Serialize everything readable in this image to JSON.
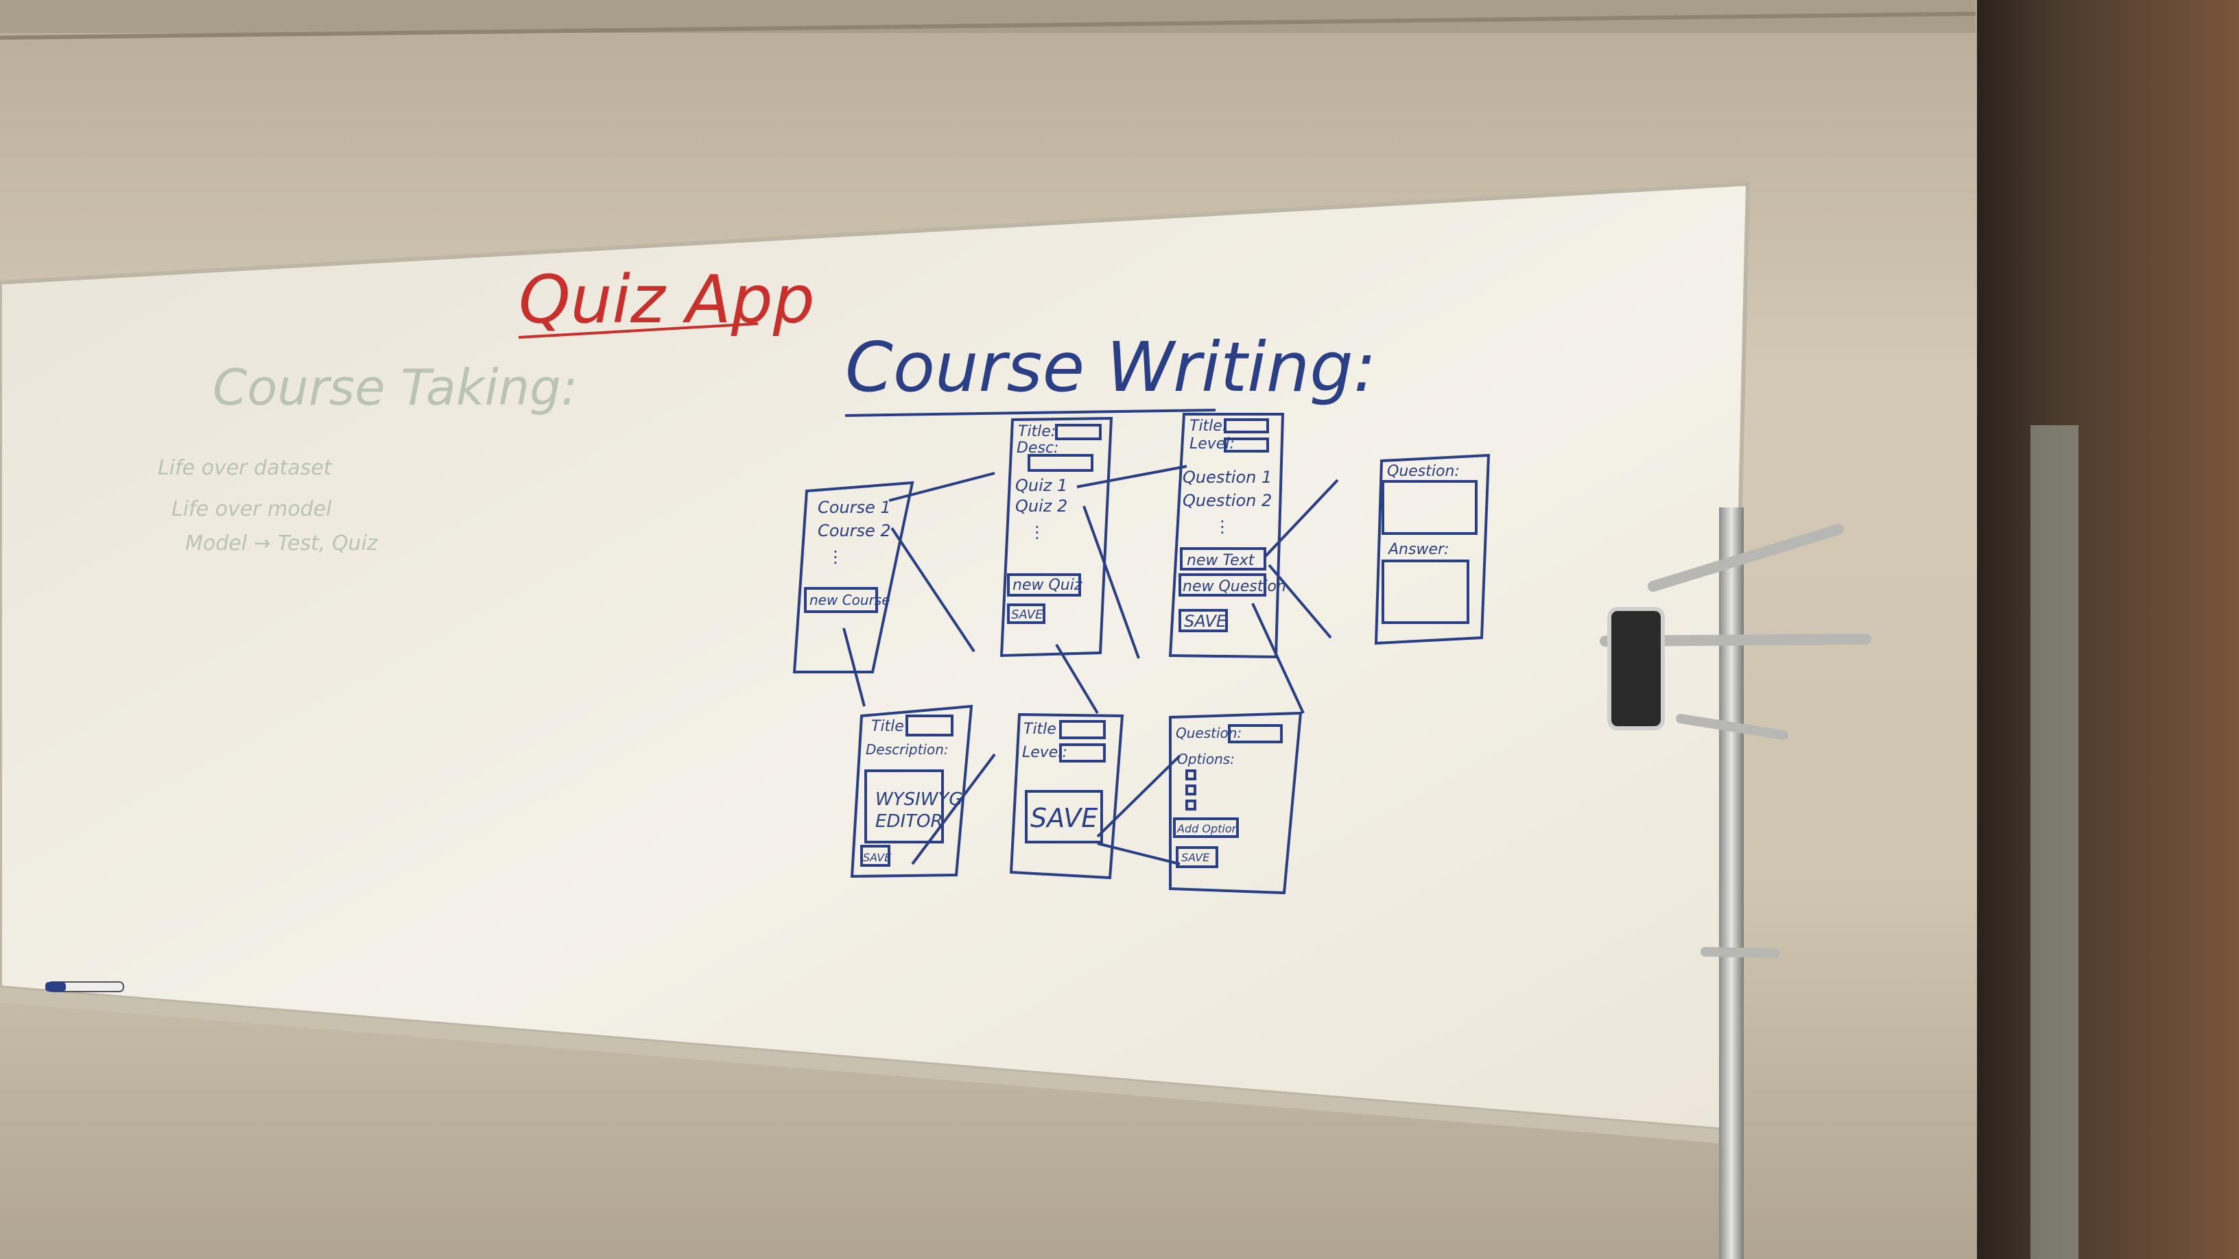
{
  "title": "Quiz App",
  "course_taking": {
    "heading": "Course Taking:",
    "notes": [
      "Life over dataset",
      "Life over model",
      "Model → Test, Quiz"
    ]
  },
  "course_writing": {
    "heading": "Course Writing:",
    "screen_courses": {
      "items": [
        "Course 1",
        "Course 2",
        "⋮"
      ],
      "button": "new Course"
    },
    "screen_course_detail": {
      "title_label": "Title:",
      "desc_label": "Desc:",
      "items": [
        "Quiz 1",
        "Quiz 2",
        "⋮"
      ],
      "button": "new Quiz",
      "save": "SAVE"
    },
    "screen_quiz_detail": {
      "title_label": "Title:",
      "level_label": "Level:",
      "items": [
        "Question 1",
        "Question 2",
        "⋮"
      ],
      "button_text": "new Text",
      "button_question": "new Question",
      "save": "SAVE"
    },
    "screen_text_question": {
      "question_label": "Question:",
      "answer_label": "Answer:"
    },
    "screen_new_course": {
      "title_label": "Title",
      "description_label": "Description:",
      "editor": [
        "WYSIWYG",
        "EDITOR"
      ],
      "save": "SAVE"
    },
    "screen_new_quiz": {
      "title_label": "Title",
      "level_label": "Level:",
      "save": "SAVE"
    },
    "screen_new_question": {
      "question_label": "Question:",
      "options_label": "Options:",
      "button": "Add Option",
      "save": "SAVE"
    }
  },
  "colors": {
    "board": "#f2efe6",
    "marker_blue": "#2b3f86",
    "marker_red": "#c9302c",
    "wall": "#cfc5b1",
    "door": "#6b4a34"
  }
}
